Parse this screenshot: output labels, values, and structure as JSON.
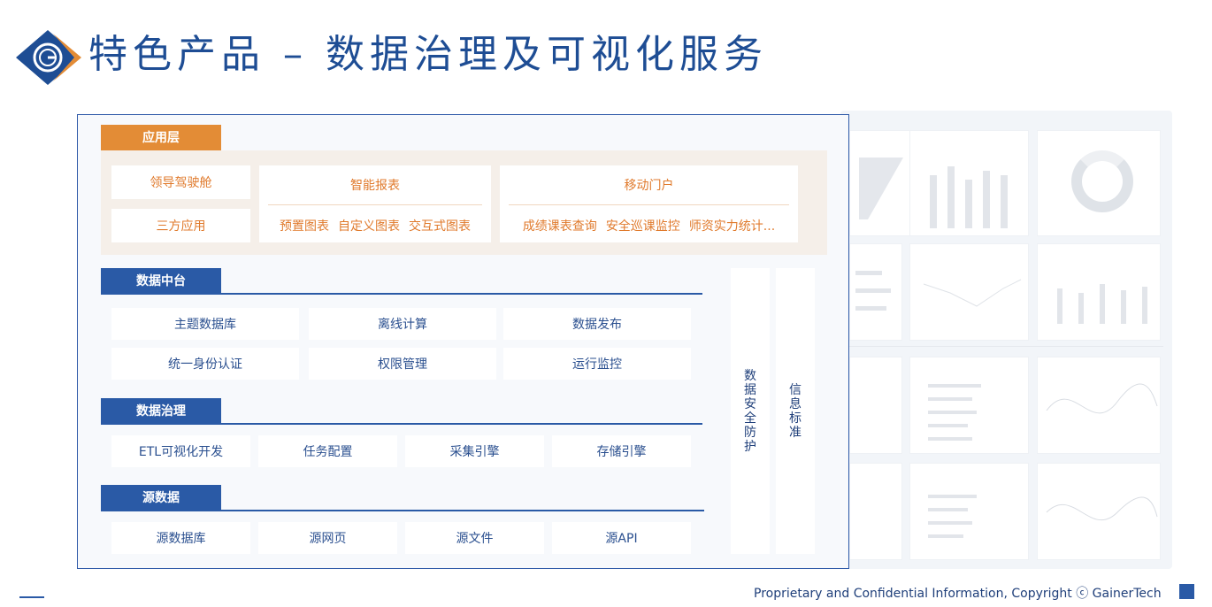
{
  "header": {
    "title": "特色产品 – 数据治理及可视化服务"
  },
  "colors": {
    "brand_blue": "#2a5aa6",
    "accent_orange": "#e38c36"
  },
  "application_layer": {
    "tag": "应用层",
    "boxes": [
      "领导驾驶舱",
      "三方应用"
    ],
    "groups": [
      {
        "title": "智能报表",
        "items": [
          "预置图表",
          "自定义图表",
          "交互式图表"
        ]
      },
      {
        "title": "移动门户",
        "items": [
          "成绩课表查询",
          "安全巡课监控",
          "师资实力统计..."
        ]
      }
    ]
  },
  "data_center": {
    "tag": "数据中台",
    "row1": [
      "主题数据库",
      "离线计算",
      "数据发布"
    ],
    "row2": [
      "统一身份认证",
      "权限管理",
      "运行监控"
    ]
  },
  "data_governance": {
    "tag": "数据治理",
    "items": [
      "ETL可视化开发",
      "任务配置",
      "采集引擎",
      "存储引擎"
    ]
  },
  "source_data": {
    "tag": "源数据",
    "items": [
      "源数据库",
      "源网页",
      "源文件",
      "源API"
    ]
  },
  "side_columns": {
    "security": "数据安全防护",
    "standard": "信息标准"
  },
  "footer": {
    "copyright": "Proprietary and Confidential Information, Copyright ⓒ GainerTech"
  }
}
